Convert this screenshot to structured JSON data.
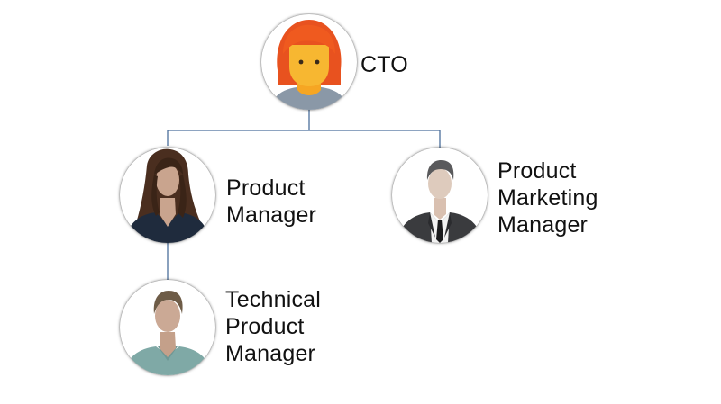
{
  "colors": {
    "connector": "#4a6e9c",
    "text": "#111111"
  },
  "nodes": {
    "cto": {
      "label": [
        "CTO"
      ],
      "icon": "female-red-hair-avatar-icon"
    },
    "product_manager": {
      "label": [
        "Product",
        "Manager"
      ],
      "icon": "female-dark-hair-avatar-icon"
    },
    "product_marketing_manager": {
      "label": [
        "Product",
        "Marketing",
        "Manager"
      ],
      "icon": "male-suit-avatar-icon"
    },
    "technical_product_manager": {
      "label": [
        "Technical",
        "Product",
        "Manager"
      ],
      "icon": "male-casual-avatar-icon"
    }
  }
}
